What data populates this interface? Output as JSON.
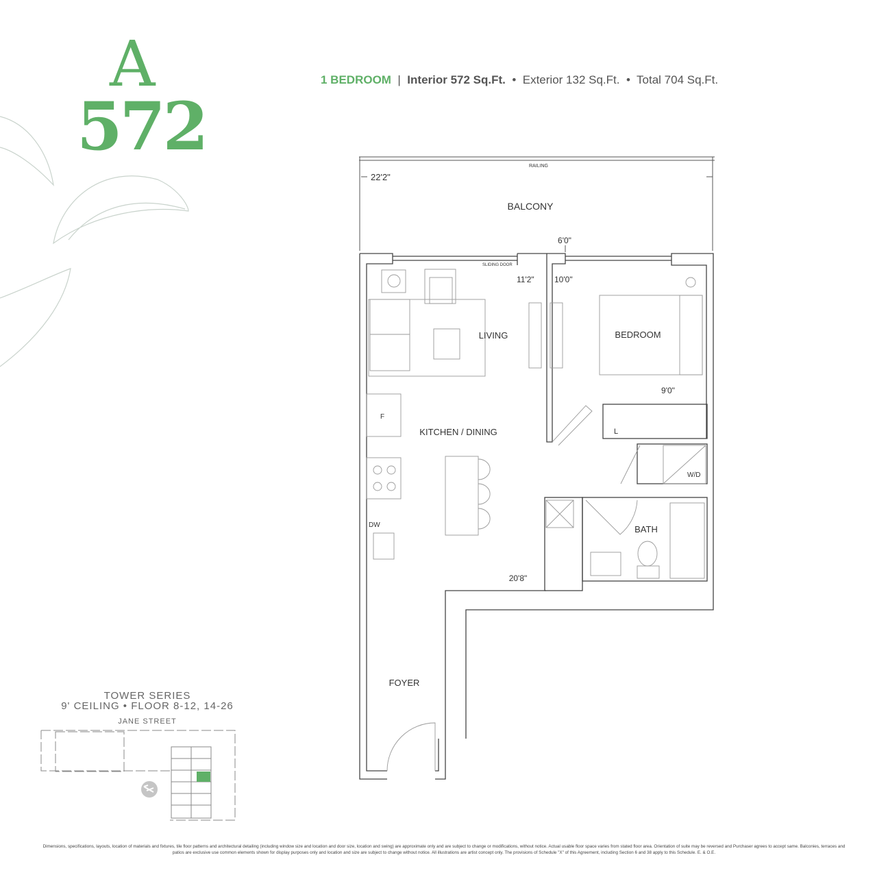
{
  "suite": {
    "letter": "A",
    "number": "572"
  },
  "specs": {
    "type": "1 BEDROOM",
    "separator": "|",
    "interior": "Interior 572 Sq.Ft.",
    "bullet": "•",
    "exterior": "Exterior 132 Sq.Ft.",
    "total": "Total 704 Sq.Ft."
  },
  "series": {
    "title": "TOWER SERIES",
    "details": "9' CEILING • FLOOR 8-12, 14-26",
    "street": "JANE STREET"
  },
  "plan": {
    "railing": "RAILING",
    "balcony": "BALCONY",
    "balcony_width": "22'2\"",
    "balcony_depth": "6'0\"",
    "sliding_door": "SLIDING DOOR",
    "living_dim": "11'2\"",
    "bedroom_dim": "10'0\"",
    "living": "LIVING",
    "bedroom": "BEDROOM",
    "kitchen": "KITCHEN / DINING",
    "fridge": "F",
    "dishwasher": "DW",
    "closet_dim": "9'0\"",
    "linen": "L",
    "washer_dryer": "W/D",
    "bath": "BATH",
    "kitchen_dim": "20'8\"",
    "foyer": "FOYER"
  },
  "keyplan": {
    "highlight_color": "#5fb067"
  },
  "colors": {
    "accent": "#5fb067",
    "wall": "#555555"
  },
  "disclaimer": "Dimensions, specifications, layouts, location of materials and fixtures, tile floor patterns and architectural detailing (including window size and location and door size, location and swing) are approximate only and are subject to change or modifications, without notice. Actual usable floor space varies from stated floor area. Orientation of suite may be reversed and Purchaser agrees to accept same. Balconies, terraces and patios are exclusive use common elements shown for display purposes only and location and size are subject to change without notice. All illustrations are artist concept only. The provisions of Schedule \"X\" of this Agreement, including Section 6 and 38 apply to this Schedule. E. & O.E."
}
